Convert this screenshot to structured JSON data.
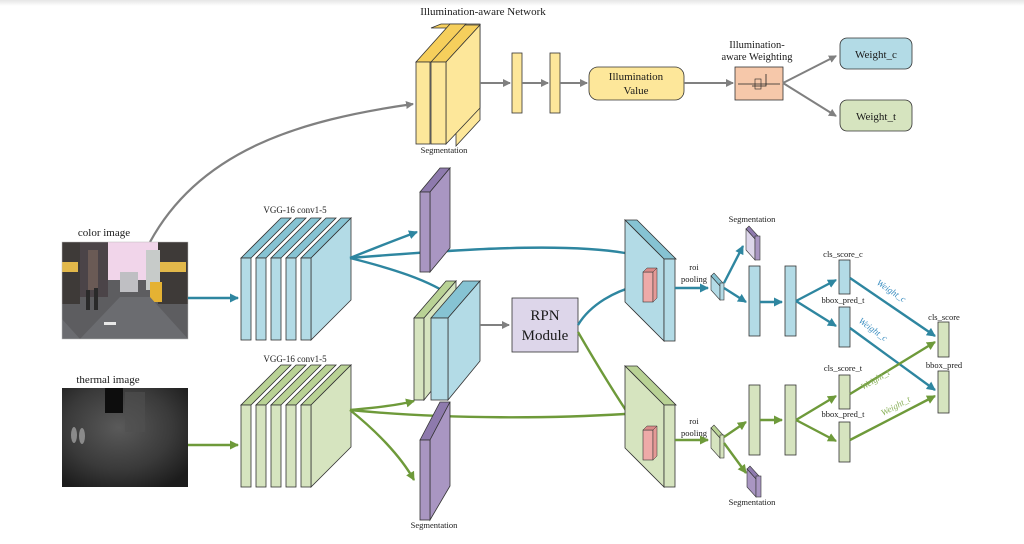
{
  "diagram": {
    "title": "Illumination-aware Network",
    "colors": {
      "blue_path": "#2e86a0",
      "green_path": "#6e9a3a",
      "gray_path": "#808080",
      "blue_fill": "#b3dbe6",
      "blue_top": "#86c3d3",
      "green_fill": "#d6e4bf",
      "green_top": "#b9d295",
      "yellow_fill": "#fde79a",
      "yellow_top": "#f6cf5c",
      "purple_fill": "#a996c2",
      "purple_top": "#8e7aad",
      "lavender_fill": "#ddd6ea",
      "salmon_fill": "#f6c8aa",
      "pink_fill": "#eeaaa8",
      "weight_c_label": "#3a8dc0",
      "weight_t_label": "#8bb25c"
    },
    "inputs": {
      "color_image_label": "color image",
      "thermal_image_label": "thermal image"
    },
    "backbones": {
      "color_label": "VGG-16 conv1-5",
      "thermal_label": "VGG-16 conv1-5"
    },
    "illumination": {
      "value_label_line1": "Illumination",
      "value_label_line2": "Value",
      "weighting_label_line1": "Illumination-",
      "weighting_label_line2": "aware Weighting",
      "weight_c": "Weight_c",
      "weight_t": "Weight_t"
    },
    "segmentation_labels": {
      "illumination_seg": "Segmentation",
      "bottom_seg": "Segmentation",
      "top_head_seg": "Segmentation",
      "bottom_head_seg": "Segmentation"
    },
    "rpn": {
      "line1": "RPN",
      "line2": "Module"
    },
    "roi": {
      "top_line1": "roi",
      "top_line2": "pooling",
      "bottom_line1": "roi",
      "bottom_line2": "pooling"
    },
    "heads": {
      "cls_score_c": "cls_score_c",
      "bbox_pred_top": "bbox_pred_t",
      "cls_score_t": "cls_score_t",
      "bbox_pred_bottom": "bbox_pred_t",
      "cls_score": "cls_score",
      "bbox_pred": "bbox_pred"
    },
    "edge_labels": {
      "w1": "Weight_c",
      "w2": "Weight_c",
      "w3": "Weight_t",
      "w4": "Weight_t"
    }
  }
}
